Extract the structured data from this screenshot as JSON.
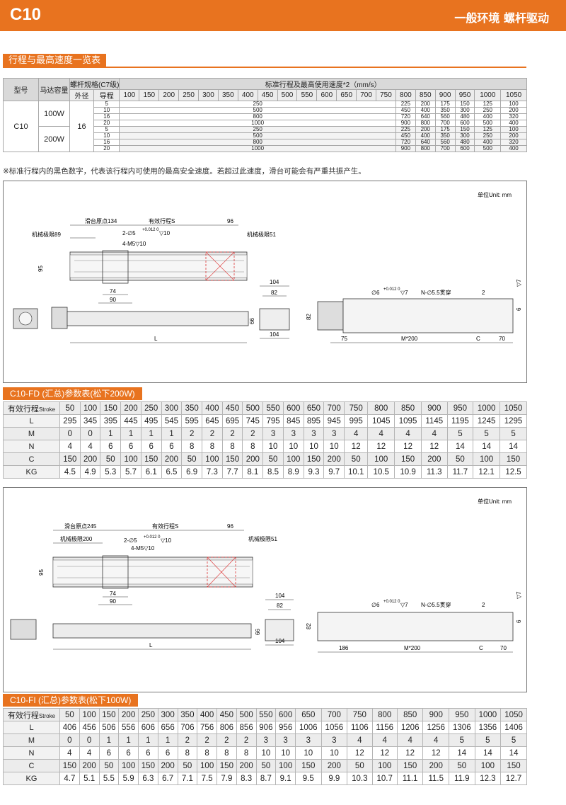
{
  "header": {
    "model": "C10",
    "subtitle": "一般环境  螺杆驱动"
  },
  "speed_section": {
    "title": "行程与最高速度一览表"
  },
  "speed_table": {
    "col_model": "型号",
    "col_motor": "马达容量",
    "col_screw": "螺杆规格(C7级)",
    "col_outer": "外径",
    "col_lead": "导程",
    "col_stroke_title": "标准行程及最高使用速度*2（mm/s）",
    "strokes": [
      "100",
      "150",
      "200",
      "250",
      "300",
      "350",
      "400",
      "450",
      "500",
      "550",
      "600",
      "650",
      "700",
      "750",
      "800",
      "850",
      "900",
      "950",
      "1000",
      "1050"
    ],
    "model": "C10",
    "outer": "16",
    "groups": [
      {
        "motor": "100W",
        "rows": [
          {
            "lead": "5",
            "base": "250",
            "tail": [
              "225",
              "200",
              "175",
              "150",
              "125",
              "100"
            ]
          },
          {
            "lead": "10",
            "base": "500",
            "tail": [
              "450",
              "400",
              "350",
              "300",
              "250",
              "200"
            ]
          },
          {
            "lead": "16",
            "base": "800",
            "tail": [
              "720",
              "640",
              "560",
              "480",
              "400",
              "320"
            ]
          },
          {
            "lead": "20",
            "base": "1000",
            "tail": [
              "900",
              "800",
              "700",
              "600",
              "500",
              "400"
            ]
          }
        ]
      },
      {
        "motor": "200W",
        "rows": [
          {
            "lead": "5",
            "base": "250",
            "tail": [
              "225",
              "200",
              "175",
              "150",
              "125",
              "100"
            ]
          },
          {
            "lead": "10",
            "base": "500",
            "tail": [
              "450",
              "400",
              "350",
              "300",
              "250",
              "200"
            ]
          },
          {
            "lead": "16",
            "base": "800",
            "tail": [
              "720",
              "640",
              "560",
              "480",
              "400",
              "320"
            ]
          },
          {
            "lead": "20",
            "base": "1000",
            "tail": [
              "900",
              "800",
              "700",
              "600",
              "500",
              "400"
            ]
          }
        ]
      }
    ]
  },
  "note": "※标准行程内的黑色数字，代表该行程内可使用的最高安全速度。若超过此速度，滑台可能会有严重共振产生。",
  "drawing1": {
    "unit": "单位Unit: mm",
    "origin": "滑台原点134",
    "stroke": "有效行程S",
    "d96": "96",
    "limit_left": "机械极限89",
    "limit_right": "机械极限51",
    "hole1": "2-∅5",
    "hole1_tol": "+0.012 0",
    "hole1_depth": "▽10",
    "tap": "4-M5▽10",
    "h95": "95",
    "d74": "74",
    "d90": "90",
    "L": "L",
    "d104a": "104",
    "d82": "82",
    "d66": "66",
    "d104b": "104",
    "side_hole": "∅6",
    "side_tol": "+0.012 0",
    "side_depth": "▽7",
    "thru": "N-∅5.5贯穿",
    "d2": "2",
    "d7": "▽7",
    "d6": "6",
    "h82": "82",
    "d75": "75",
    "m200": "M*200",
    "C": "C",
    "d70": "70"
  },
  "param1": {
    "title": "C10-FD (汇总)参数表(松下200W)",
    "head_label": "有效行程",
    "head_label_small": "Stroke",
    "strokes": [
      "50",
      "100",
      "150",
      "200",
      "250",
      "300",
      "350",
      "400",
      "450",
      "500",
      "550",
      "600",
      "650",
      "700",
      "750",
      "800",
      "850",
      "900",
      "950",
      "1000",
      "1050"
    ],
    "rows": [
      {
        "label": "L",
        "values": [
          "295",
          "345",
          "395",
          "445",
          "495",
          "545",
          "595",
          "645",
          "695",
          "745",
          "795",
          "845",
          "895",
          "945",
          "995",
          "1045",
          "1095",
          "1145",
          "1195",
          "1245",
          "1295"
        ]
      },
      {
        "label": "M",
        "values": [
          "0",
          "0",
          "1",
          "1",
          "1",
          "1",
          "2",
          "2",
          "2",
          "2",
          "3",
          "3",
          "3",
          "3",
          "4",
          "4",
          "4",
          "4",
          "5",
          "5",
          "5"
        ]
      },
      {
        "label": "N",
        "values": [
          "4",
          "4",
          "6",
          "6",
          "6",
          "6",
          "8",
          "8",
          "8",
          "8",
          "10",
          "10",
          "10",
          "10",
          "12",
          "12",
          "12",
          "12",
          "14",
          "14",
          "14"
        ]
      },
      {
        "label": "C",
        "values": [
          "150",
          "200",
          "50",
          "100",
          "150",
          "200",
          "50",
          "100",
          "150",
          "200",
          "50",
          "100",
          "150",
          "200",
          "50",
          "100",
          "150",
          "200",
          "50",
          "100",
          "150"
        ]
      },
      {
        "label": "KG",
        "values": [
          "4.5",
          "4.9",
          "5.3",
          "5.7",
          "6.1",
          "6.5",
          "6.9",
          "7.3",
          "7.7",
          "8.1",
          "8.5",
          "8.9",
          "9.3",
          "9.7",
          "10.1",
          "10.5",
          "10.9",
          "11.3",
          "11.7",
          "12.1",
          "12.5"
        ]
      }
    ]
  },
  "drawing2": {
    "unit": "单位Unit: mm",
    "origin": "滑台原点245",
    "stroke": "有效行程S",
    "d96": "96",
    "limit_left": "机械极限200",
    "limit_right": "机械极限51",
    "hole1": "2-∅5",
    "hole1_tol": "+0.012 0",
    "hole1_depth": "▽10",
    "tap": "4-M5▽10",
    "h95": "95",
    "d74": "74",
    "d90": "90",
    "L": "L",
    "d104a": "104",
    "d82": "82",
    "d66": "66",
    "d104b": "104",
    "side_hole": "∅6",
    "side_tol": "+0.012 0",
    "side_depth": "▽7",
    "thru": "N-∅5.5贯穿",
    "d2": "2",
    "d7": "▽7",
    "d6": "6",
    "h82": "82",
    "d186": "186",
    "m200": "M*200",
    "C": "C",
    "d70": "70"
  },
  "param2": {
    "title": "C10-FI (汇总)参数表(松下100W)",
    "head_label": "有效行程",
    "head_label_small": "Stroke",
    "strokes": [
      "50",
      "100",
      "150",
      "200",
      "250",
      "300",
      "350",
      "400",
      "450",
      "500",
      "550",
      "600",
      "650",
      "700",
      "750",
      "800",
      "850",
      "900",
      "950",
      "1000",
      "1050"
    ],
    "rows": [
      {
        "label": "L",
        "values": [
          "406",
          "456",
          "506",
          "556",
          "606",
          "656",
          "706",
          "756",
          "806",
          "856",
          "906",
          "956",
          "1006",
          "1056",
          "1106",
          "1156",
          "1206",
          "1256",
          "1306",
          "1356",
          "1406"
        ]
      },
      {
        "label": "M",
        "values": [
          "0",
          "0",
          "1",
          "1",
          "1",
          "1",
          "2",
          "2",
          "2",
          "2",
          "3",
          "3",
          "3",
          "3",
          "4",
          "4",
          "4",
          "4",
          "5",
          "5",
          "5"
        ]
      },
      {
        "label": "N",
        "values": [
          "4",
          "4",
          "6",
          "6",
          "6",
          "6",
          "8",
          "8",
          "8",
          "8",
          "10",
          "10",
          "10",
          "10",
          "12",
          "12",
          "12",
          "12",
          "14",
          "14",
          "14"
        ]
      },
      {
        "label": "C",
        "values": [
          "150",
          "200",
          "50",
          "100",
          "150",
          "200",
          "50",
          "100",
          "150",
          "200",
          "50",
          "100",
          "150",
          "200",
          "50",
          "100",
          "150",
          "200",
          "50",
          "100",
          "150"
        ]
      },
      {
        "label": "KG",
        "values": [
          "4.7",
          "5.1",
          "5.5",
          "5.9",
          "6.3",
          "6.7",
          "7.1",
          "7.5",
          "7.9",
          "8.3",
          "8.7",
          "9.1",
          "9.5",
          "9.9",
          "10.3",
          "10.7",
          "11.1",
          "11.5",
          "11.9",
          "12.3",
          "12.7"
        ]
      }
    ]
  }
}
